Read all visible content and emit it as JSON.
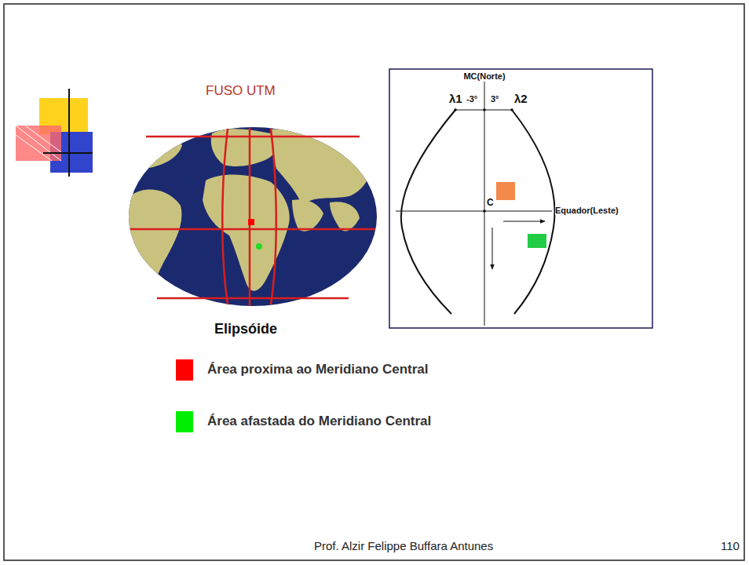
{
  "diagram": {
    "title": "FUSO UTM",
    "labels": [
      "MC(Norte)",
      "λ1",
      "-3°",
      "3°",
      "λ2",
      "C",
      "Equador(Leste)",
      "Elipsóide",
      "Prof. Alzir Felippe Buffara Antunes",
      "110"
    ],
    "legend": [
      {
        "text": "Área proxima ao Meridiano Central",
        "color": "#ff0000"
      },
      {
        "text": "Área afastada do Meridiano Central",
        "color": "#00ee00"
      }
    ]
  }
}
